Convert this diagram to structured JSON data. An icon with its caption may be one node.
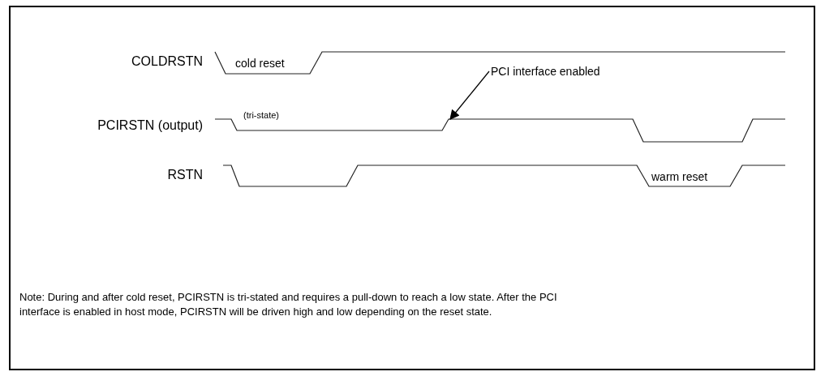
{
  "diagram": {
    "nodes": [
      {
        "text": [
          "PCI interface enabled"
        ]
      },
      {
        "text": [],
        "shape": "line"
      }
    ],
    "edges": [
      {
        "from": 0,
        "to": 1,
        "arrow": "to"
      }
    ],
    "labels": [
      "COLDRSTN",
      "cold reset",
      "PCIRSTN (output)",
      "(tri-state)",
      "RSTN",
      "warm reset",
      "Note: During and after cold reset, PCIRSTN is tri-stated and requires a pull-down to reach a low state. After the PCI interface is enabled in host mode, PCIRSTN will be driven high and low depending on the reset state."
    ]
  }
}
